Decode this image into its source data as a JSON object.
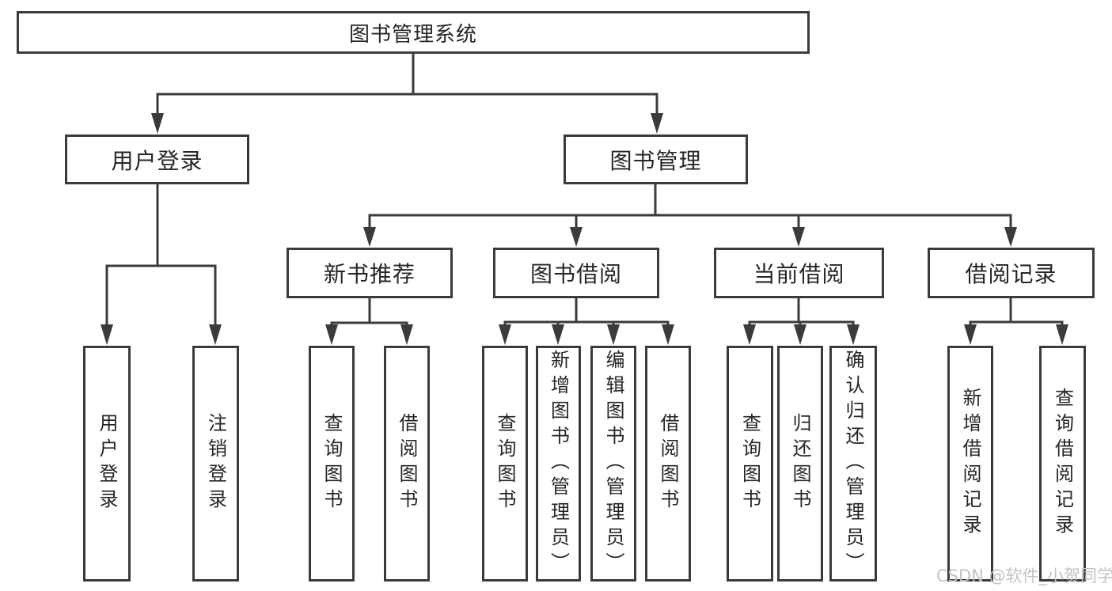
{
  "diagram": {
    "root": {
      "label": "图书管理系统"
    },
    "branches": [
      {
        "label": "用户登录",
        "leaves": [
          "用户登录",
          "注销登录"
        ]
      },
      {
        "label": "图书管理",
        "groups": [
          {
            "label": "新书推荐",
            "leaves": [
              "查询图书",
              "借阅图书"
            ]
          },
          {
            "label": "图书借阅",
            "leaves": [
              "查询图书",
              "新增图书（管理员）",
              "编辑图书（管理员）",
              "借阅图书"
            ]
          },
          {
            "label": "当前借阅",
            "leaves": [
              "查询图书",
              "归还图书",
              "确认归还（管理员）"
            ]
          },
          {
            "label": "借阅记录",
            "leaves": [
              "新增借阅记录",
              "查询借阅记录"
            ]
          }
        ]
      }
    ]
  },
  "watermark": {
    "text": "CSDN @软件_小贺同学"
  },
  "colors": {
    "line": "#3b3b3b",
    "text": "#262626",
    "background": "#ffffff",
    "watermark": "#c3c3c3"
  }
}
